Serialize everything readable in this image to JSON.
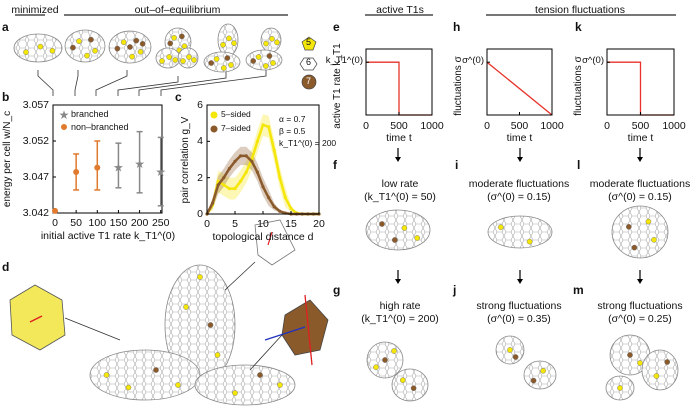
{
  "headers": {
    "minimized": "minimized",
    "out_of_equilibrium": "out–of–equilibrium",
    "active_t1s": "active T1s",
    "tension_fluctuations": "tension fluctuations"
  },
  "panel_labels": [
    "a",
    "b",
    "c",
    "d",
    "e",
    "f",
    "g",
    "h",
    "i",
    "j",
    "k",
    "l",
    "m"
  ],
  "legend_a": {
    "five": "5",
    "six": "6",
    "seven": "7"
  },
  "colors": {
    "five_sided": "#f5e60a",
    "seven_sided": "#8b5a2b",
    "non_branched": "#e07a2e",
    "branched": "#888888",
    "schedule": "#e8322a"
  },
  "captions": {
    "f": {
      "line1": "low rate",
      "line2": "(k_T1^(0) = 50)"
    },
    "g": {
      "line1": "high rate",
      "line2": "(k_T1^(0) = 200)"
    },
    "i": {
      "line1": "moderate fluctuations",
      "line2": "(σ^(0) = 0.15)"
    },
    "j": {
      "line1": "strong fluctuations",
      "line2": "(σ^(0) = 0.35)"
    },
    "l": {
      "line1": "moderate fluctuations",
      "line2": "(σ^(0) = 0.15)"
    },
    "m": {
      "line1": "strong fluctuations",
      "line2": "(σ^(0) = 0.25)"
    }
  },
  "chart_data": [
    {
      "panel": "b",
      "type": "scatter",
      "xlabel": "initial active T1 rate k_T1^(0)",
      "ylabel": "energy per cell w/N_c",
      "xlim": [
        0,
        250
      ],
      "ylim": [
        3.042,
        3.057
      ],
      "xticks": [
        "0",
        "50",
        "100",
        "150",
        "200",
        "250"
      ],
      "yticks": [
        "3.042",
        "3.047",
        "3.052",
        "3.057"
      ],
      "legend": "top-left",
      "series": [
        {
          "name": "branched",
          "marker": "star",
          "points": [
            {
              "x": 150,
              "y": 3.0483,
              "lo": 3.0455,
              "hi": 3.0517
            },
            {
              "x": 200,
              "y": 3.0488,
              "lo": 3.0448,
              "hi": 3.0533
            },
            {
              "x": 250,
              "y": 3.0477,
              "lo": 3.043,
              "hi": 3.0525
            }
          ]
        },
        {
          "name": "non–branched",
          "marker": "circle",
          "points": [
            {
              "x": 0,
              "y": 3.0423
            },
            {
              "x": 50,
              "y": 3.0477,
              "lo": 3.0452,
              "hi": 3.0502
            },
            {
              "x": 100,
              "y": 3.0483,
              "lo": 3.0452,
              "hi": 3.052
            }
          ]
        }
      ]
    },
    {
      "panel": "c",
      "type": "line",
      "xlabel": "topological distance d",
      "ylabel": "pair correlation g_V",
      "xlim": [
        0,
        20
      ],
      "ylim": [
        0,
        6
      ],
      "xticks": [
        "0",
        "5",
        "10",
        "15",
        "20"
      ],
      "yticks": [
        "0",
        "2",
        "4",
        "6"
      ],
      "legend": "top-left",
      "annotations": [
        "α = 0.7",
        "β = 0.5",
        "k_T1^(0) = 200"
      ],
      "x": [
        0,
        1,
        2,
        3,
        4,
        5,
        6,
        7,
        8,
        9,
        10,
        11,
        12,
        13,
        14,
        15,
        16,
        17,
        18,
        19,
        20
      ],
      "series": [
        {
          "name": "5–sided",
          "values": [
            0,
            0.5,
            1.8,
            1.6,
            1.4,
            1.4,
            1.8,
            2.3,
            3.0,
            4.0,
            4.9,
            4.8,
            3.5,
            2.0,
            0.9,
            0.3,
            0.05,
            0,
            0,
            0,
            0
          ],
          "band": 0.6
        },
        {
          "name": "7–sided",
          "values": [
            0,
            0.6,
            1.6,
            2.0,
            2.5,
            2.9,
            3.2,
            3.2,
            2.9,
            2.3,
            1.5,
            0.9,
            0.4,
            0.15,
            0.05,
            0,
            0,
            0,
            0,
            0,
            0
          ],
          "band": 0.5
        }
      ]
    },
    {
      "panel": "e",
      "type": "line",
      "xlabel": "time t",
      "ylabel": "active T1 rate k_T1",
      "ytick": "k_T1^(0)",
      "xticks": [
        "0",
        "500",
        "1000"
      ],
      "xlim": [
        0,
        1000
      ],
      "ylim": [
        0,
        1.25
      ],
      "x": [
        0,
        500,
        500,
        1000
      ],
      "values": [
        1,
        1,
        0,
        0
      ]
    },
    {
      "panel": "h",
      "type": "line",
      "xlabel": "time t",
      "ylabel": "fluctuations σ",
      "ytick": "σ^(0)",
      "xticks": [
        "0",
        "500",
        "1000"
      ],
      "xlim": [
        0,
        1000
      ],
      "ylim": [
        0,
        1.25
      ],
      "x": [
        0,
        1000
      ],
      "values": [
        1,
        0
      ]
    },
    {
      "panel": "k",
      "type": "line",
      "xlabel": "time t",
      "ylabel": "fluctuations σ",
      "ytick": "σ^(0)",
      "xticks": [
        "0",
        "500",
        "1000"
      ],
      "xlim": [
        0,
        1000
      ],
      "ylim": [
        0,
        1.25
      ],
      "x": [
        0,
        500,
        500,
        1000
      ],
      "values": [
        1,
        1,
        0,
        0
      ]
    }
  ]
}
